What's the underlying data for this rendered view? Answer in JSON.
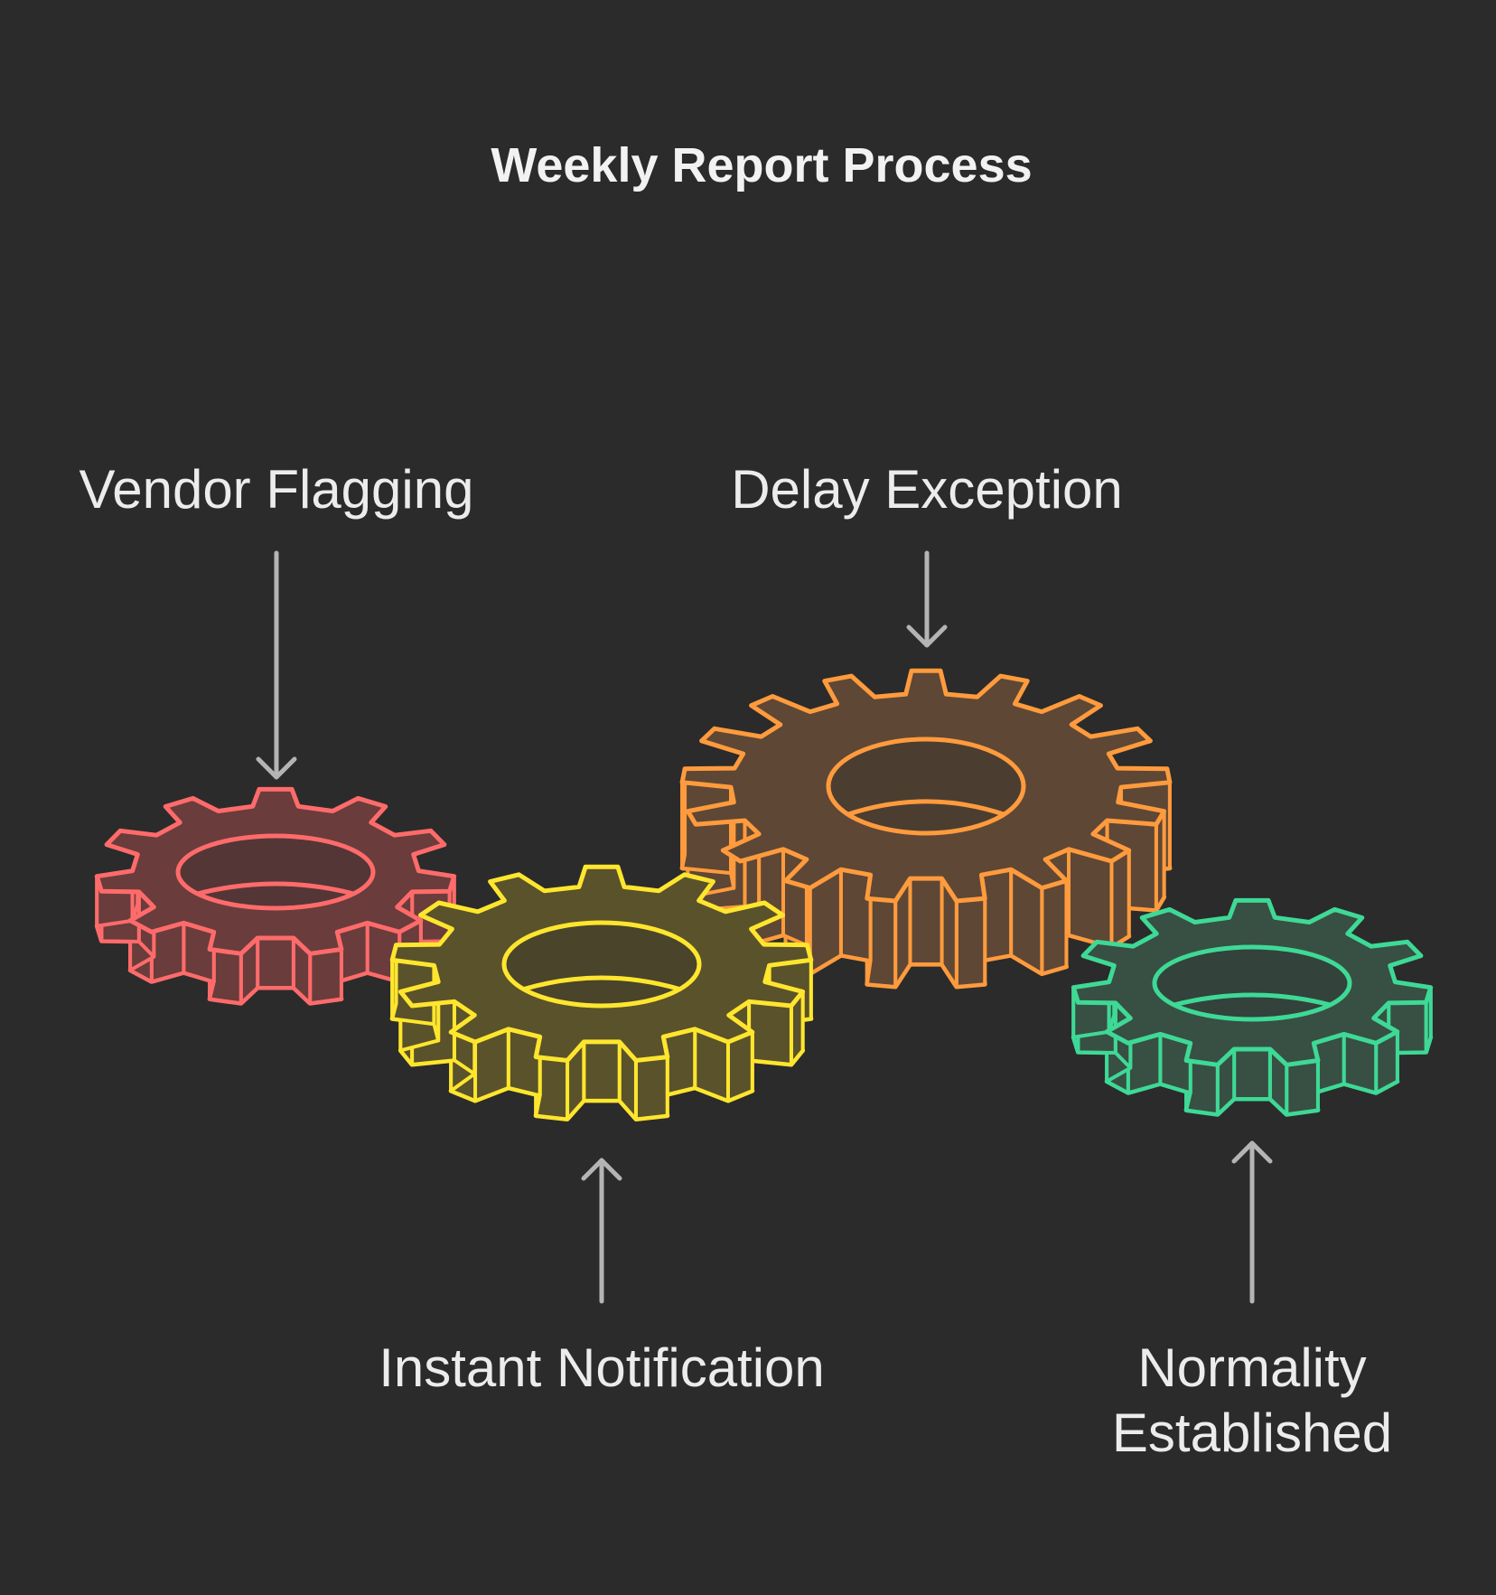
{
  "title": "Weekly Report Process",
  "steps": [
    {
      "label": [
        "Vendor Flagging"
      ],
      "color": "#ff6b6b",
      "fill": "#6a3c3c",
      "icon": "gear-icon"
    },
    {
      "label": [
        "Instant Notification"
      ],
      "color": "#ffe62e",
      "fill": "#5a522a",
      "icon": "gear-icon"
    },
    {
      "label": [
        "Delay Exception"
      ],
      "color": "#ff9b3d",
      "fill": "#5e4735",
      "icon": "gear-icon"
    },
    {
      "label": [
        "Normality",
        "Established"
      ],
      "color": "#3ed996",
      "fill": "#384f43",
      "icon": "gear-icon"
    }
  ],
  "colors": {
    "background": "#2b2b2b",
    "arrow": "#b4b4b4",
    "text": "#ececec"
  }
}
